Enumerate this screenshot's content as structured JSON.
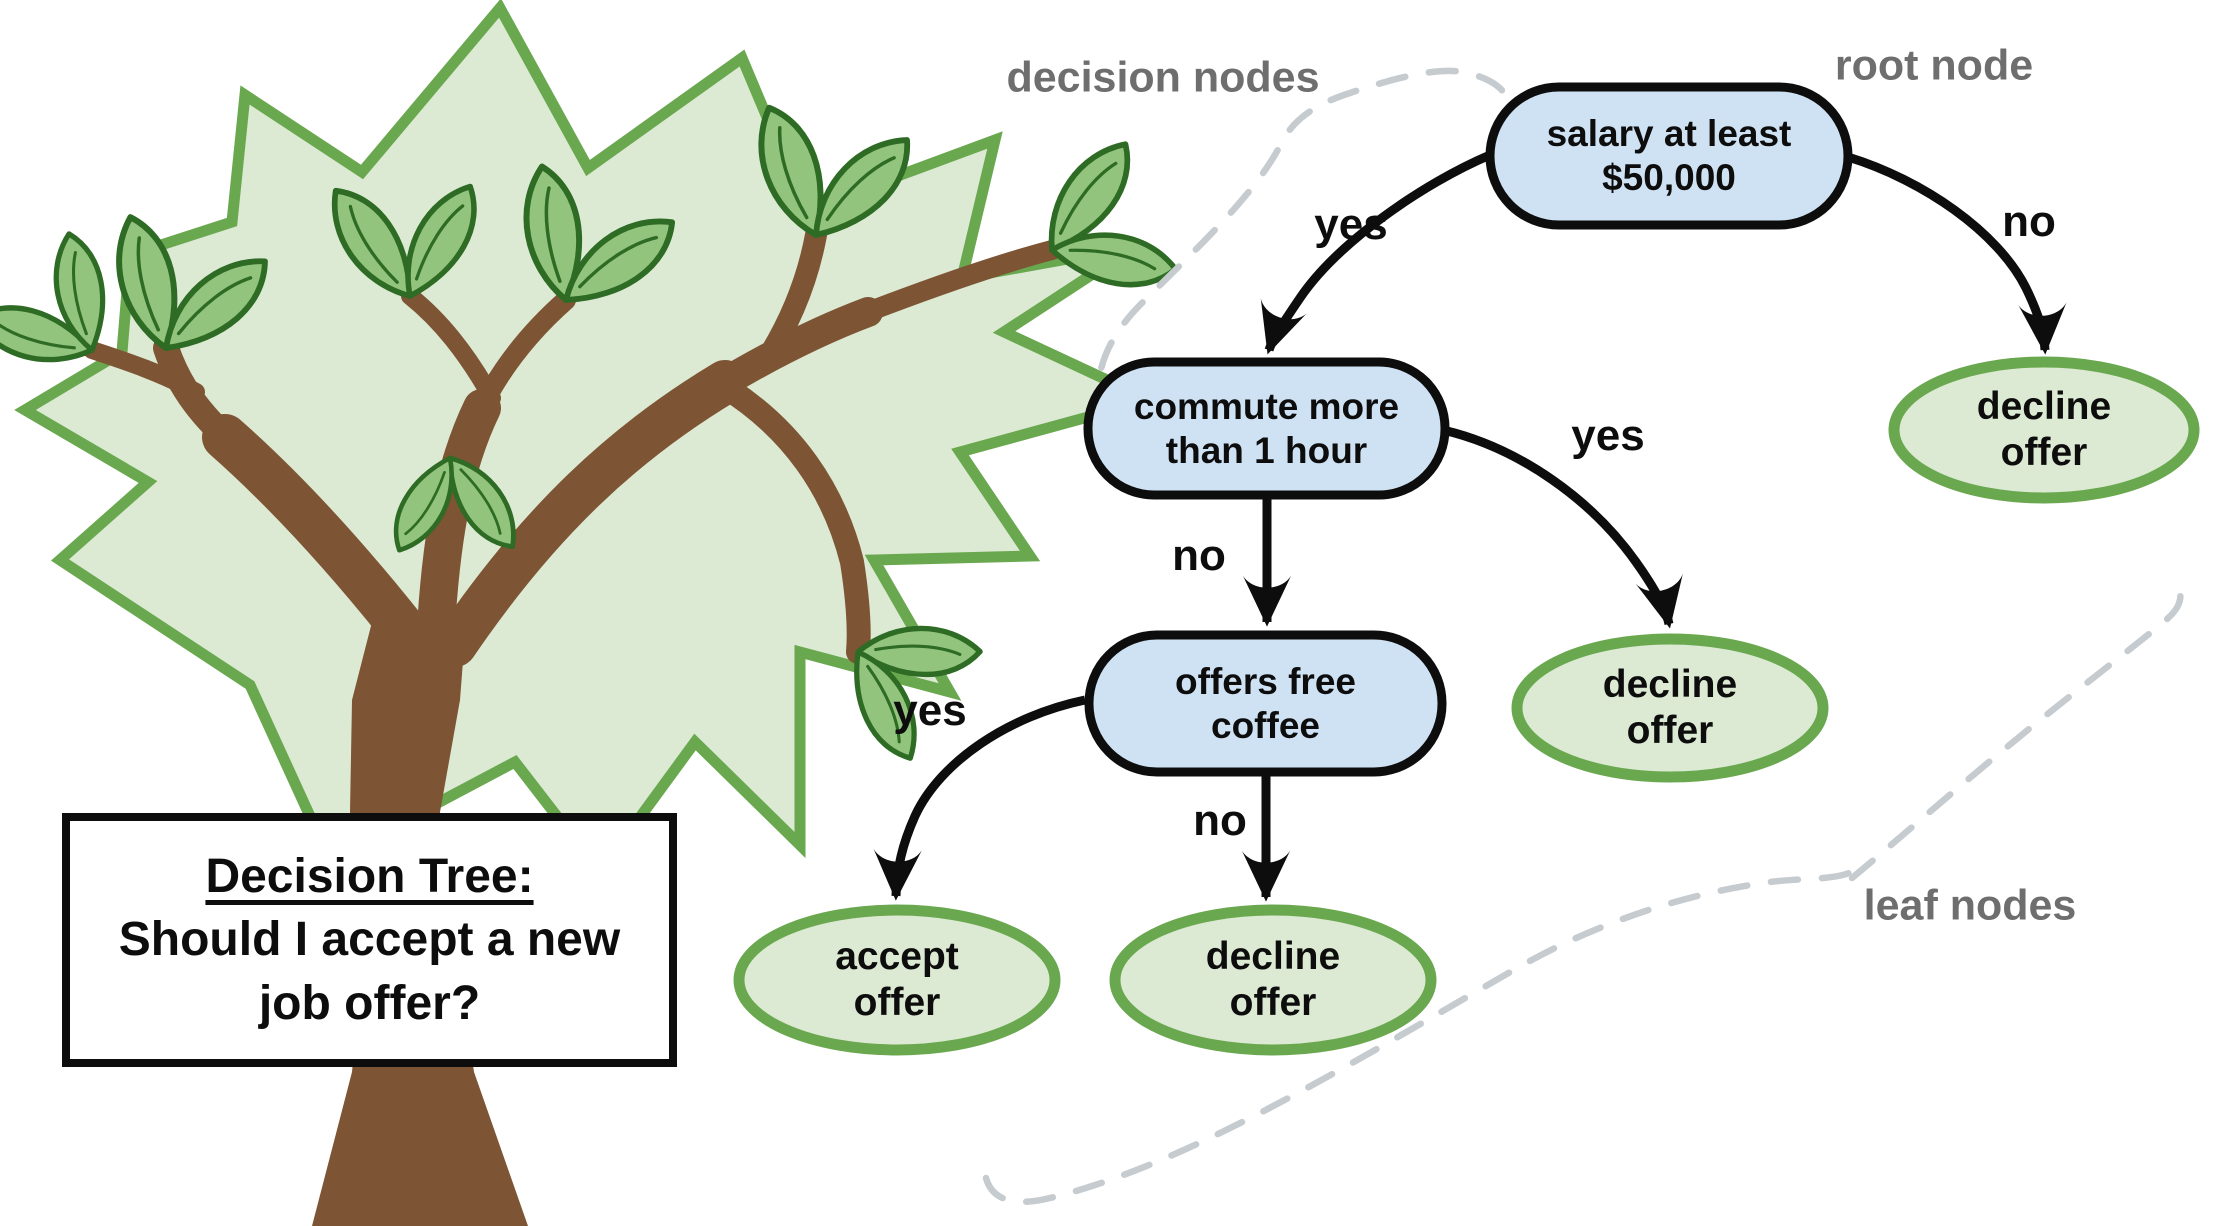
{
  "title_sign": {
    "heading": "Decision Tree:",
    "question": "Should I accept a new job offer?"
  },
  "annotations": {
    "decision_nodes": "decision nodes",
    "root_node": "root node",
    "leaf_nodes": "leaf nodes"
  },
  "nodes": {
    "root": "salary at least\n$50,000",
    "commute": "commute more\nthan 1 hour",
    "coffee": "offers free\ncoffee",
    "decline_right": "decline\noffer",
    "decline_mid": "decline\noffer",
    "accept": "accept\noffer",
    "decline_bottom": "decline\noffer"
  },
  "edges": {
    "root_yes": "yes",
    "root_no": "no",
    "commute_yes": "yes",
    "commute_no": "no",
    "coffee_yes": "yes",
    "coffee_no": "no"
  },
  "colors": {
    "decision_fill": "#cfe2f3",
    "decision_stroke": "#0d0d0d",
    "leaf_fill": "#dcead3",
    "leaf_stroke": "#6aa84f",
    "annotation_gray": "#6e6e6e",
    "dash_gray": "#c5cbcf",
    "canopy_fill": "#dcead4",
    "canopy_stroke": "#6aa84f",
    "trunk_brown": "#7d5434",
    "leaf_icon_fill": "#93c47d",
    "leaf_icon_stroke": "#2e6b24",
    "arrow_black": "#0d0d0d"
  }
}
